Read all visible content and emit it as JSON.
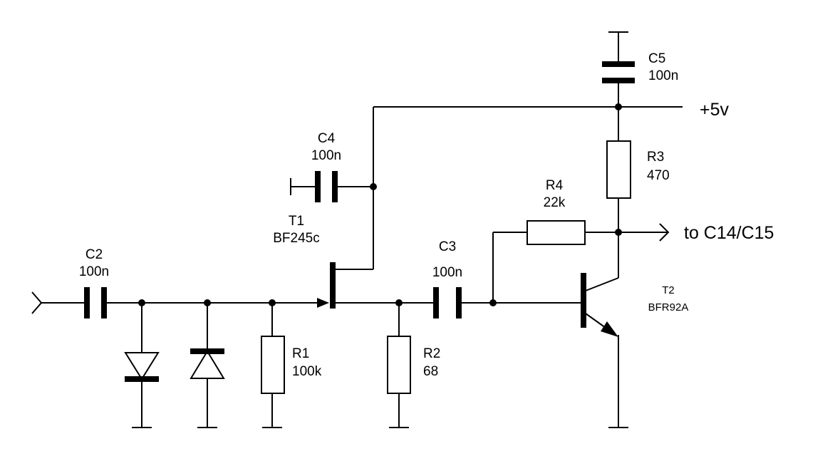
{
  "components": {
    "c2": {
      "name": "C2",
      "value": "100n"
    },
    "c3": {
      "name": "C3",
      "value": "100n"
    },
    "c4": {
      "name": "C4",
      "value": "100n"
    },
    "c5": {
      "name": "C5",
      "value": "100n"
    },
    "r1": {
      "name": "R1",
      "value": "100k"
    },
    "r2": {
      "name": "R2",
      "value": "68"
    },
    "r3": {
      "name": "R3",
      "value": "470"
    },
    "r4": {
      "name": "R4",
      "value": "22k"
    },
    "t1": {
      "name": "T1",
      "value": "BF245c"
    },
    "t2": {
      "name": "T2",
      "value": "BFR92A"
    }
  },
  "nets": {
    "supply": "+5v",
    "output": "to C14/C15"
  }
}
